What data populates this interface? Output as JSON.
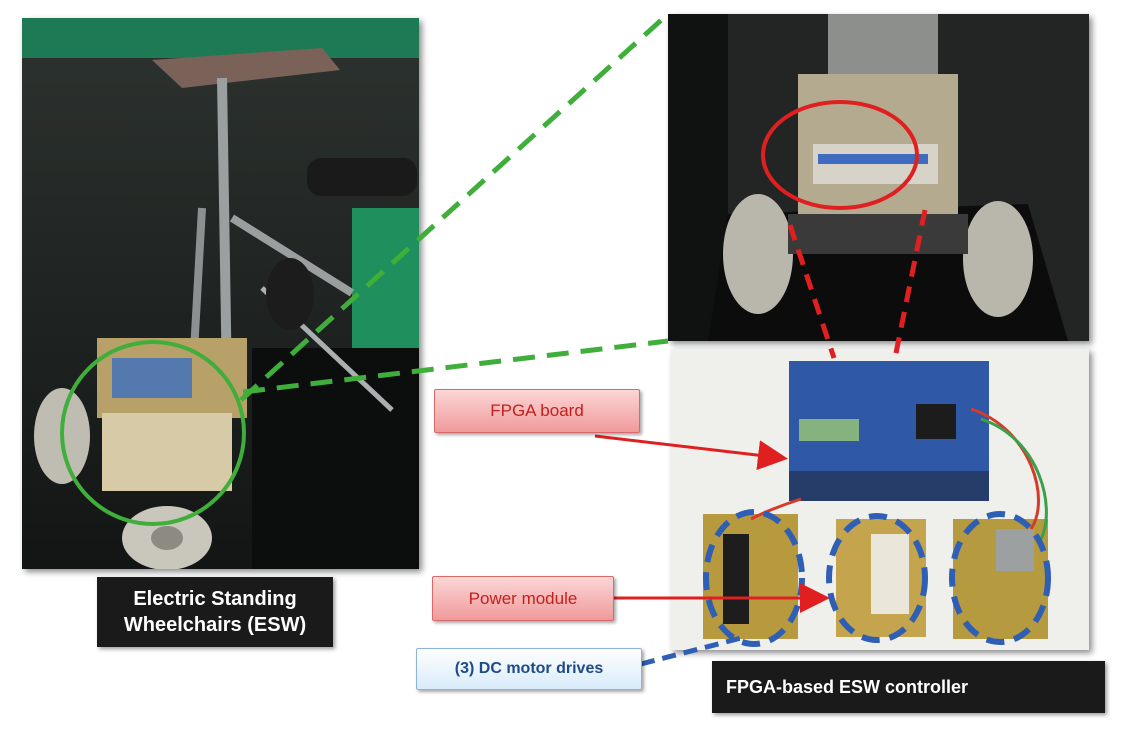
{
  "captions": {
    "esw_line1": "Electric Standing",
    "esw_line2": "Wheelchairs (ESW)",
    "controller": "FPGA-based ESW controller"
  },
  "callouts": {
    "fpga_board": "FPGA board",
    "power_module": "Power module",
    "dc_motor_drives": "(3) DC motor drives"
  },
  "colors": {
    "green_highlight": "#3fae3a",
    "red_highlight": "#e02020",
    "blue_highlight": "#2f5fb5"
  }
}
